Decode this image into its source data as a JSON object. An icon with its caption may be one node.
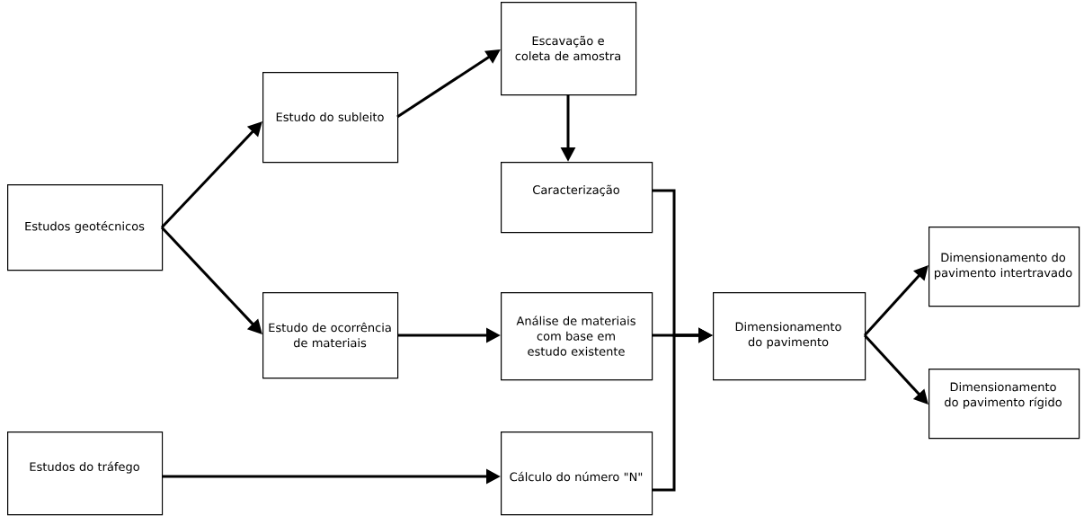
{
  "diagram": {
    "nodes": [
      {
        "text": [
          "Estudos geotécnicos"
        ]
      },
      {
        "text": [
          "Estudo do subleito"
        ]
      },
      {
        "text": [
          "Escavação e coleta de amostra"
        ]
      },
      {
        "text": [
          "Caracterização"
        ]
      },
      {
        "text": [
          "Estudo de ocorrência de materiais"
        ]
      },
      {
        "text": [
          "Análise de materiais com base em estudo existente"
        ]
      },
      {
        "text": [
          "Estudos do tráfego"
        ]
      },
      {
        "text": [
          "Cálculo do número \"N\""
        ]
      },
      {
        "text": [
          "Dimensionamento do pavimento"
        ]
      },
      {
        "text": [
          "Dimensionamento do pavimento intertravado"
        ]
      },
      {
        "text": [
          "Dimensionamento do pavimento rígido"
        ]
      }
    ],
    "edges": [
      {
        "from": 0,
        "to": 1,
        "arrow": "to"
      },
      {
        "from": 0,
        "to": 4,
        "arrow": "to"
      },
      {
        "from": 1,
        "to": 2,
        "arrow": "to"
      },
      {
        "from": 2,
        "to": 3,
        "arrow": "to"
      },
      {
        "from": 4,
        "to": 5,
        "arrow": "to"
      },
      {
        "from": 6,
        "to": 7,
        "arrow": "to"
      },
      {
        "from": 3,
        "to": 8,
        "arrow": "to"
      },
      {
        "from": 5,
        "to": 8,
        "arrow": "to"
      },
      {
        "from": 7,
        "to": 8,
        "arrow": "to"
      },
      {
        "from": 8,
        "to": 9,
        "arrow": "to"
      },
      {
        "from": 8,
        "to": 10,
        "arrow": "to"
      }
    ]
  }
}
